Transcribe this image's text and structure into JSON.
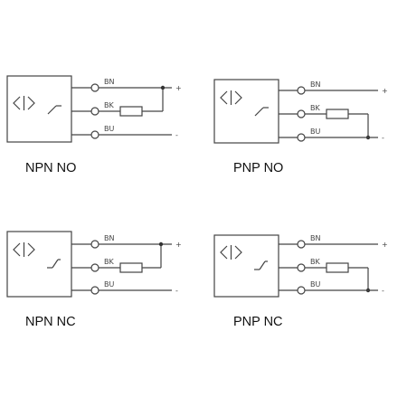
{
  "diagrams": [
    {
      "type": "NPN",
      "contact": "NO",
      "caption": "NPN  NO",
      "terminals": {
        "top": "BN",
        "mid": "BK",
        "bot": "BU"
      },
      "supply": {
        "plus": "+",
        "minus": "-"
      }
    },
    {
      "type": "PNP",
      "contact": "NO",
      "caption": "PNP  NO",
      "terminals": {
        "top": "BN",
        "mid": "BK",
        "bot": "BU"
      },
      "supply": {
        "plus": "+",
        "minus": "-"
      }
    },
    {
      "type": "NPN",
      "contact": "NC",
      "caption": "NPN  NC",
      "terminals": {
        "top": "BN",
        "mid": "BK",
        "bot": "BU"
      },
      "supply": {
        "plus": "+",
        "minus": "-"
      }
    },
    {
      "type": "PNP",
      "contact": "NC",
      "caption": "PNP  NC",
      "terminals": {
        "top": "BN",
        "mid": "BK",
        "bot": "BU"
      },
      "supply": {
        "plus": "+",
        "minus": "-"
      }
    }
  ]
}
